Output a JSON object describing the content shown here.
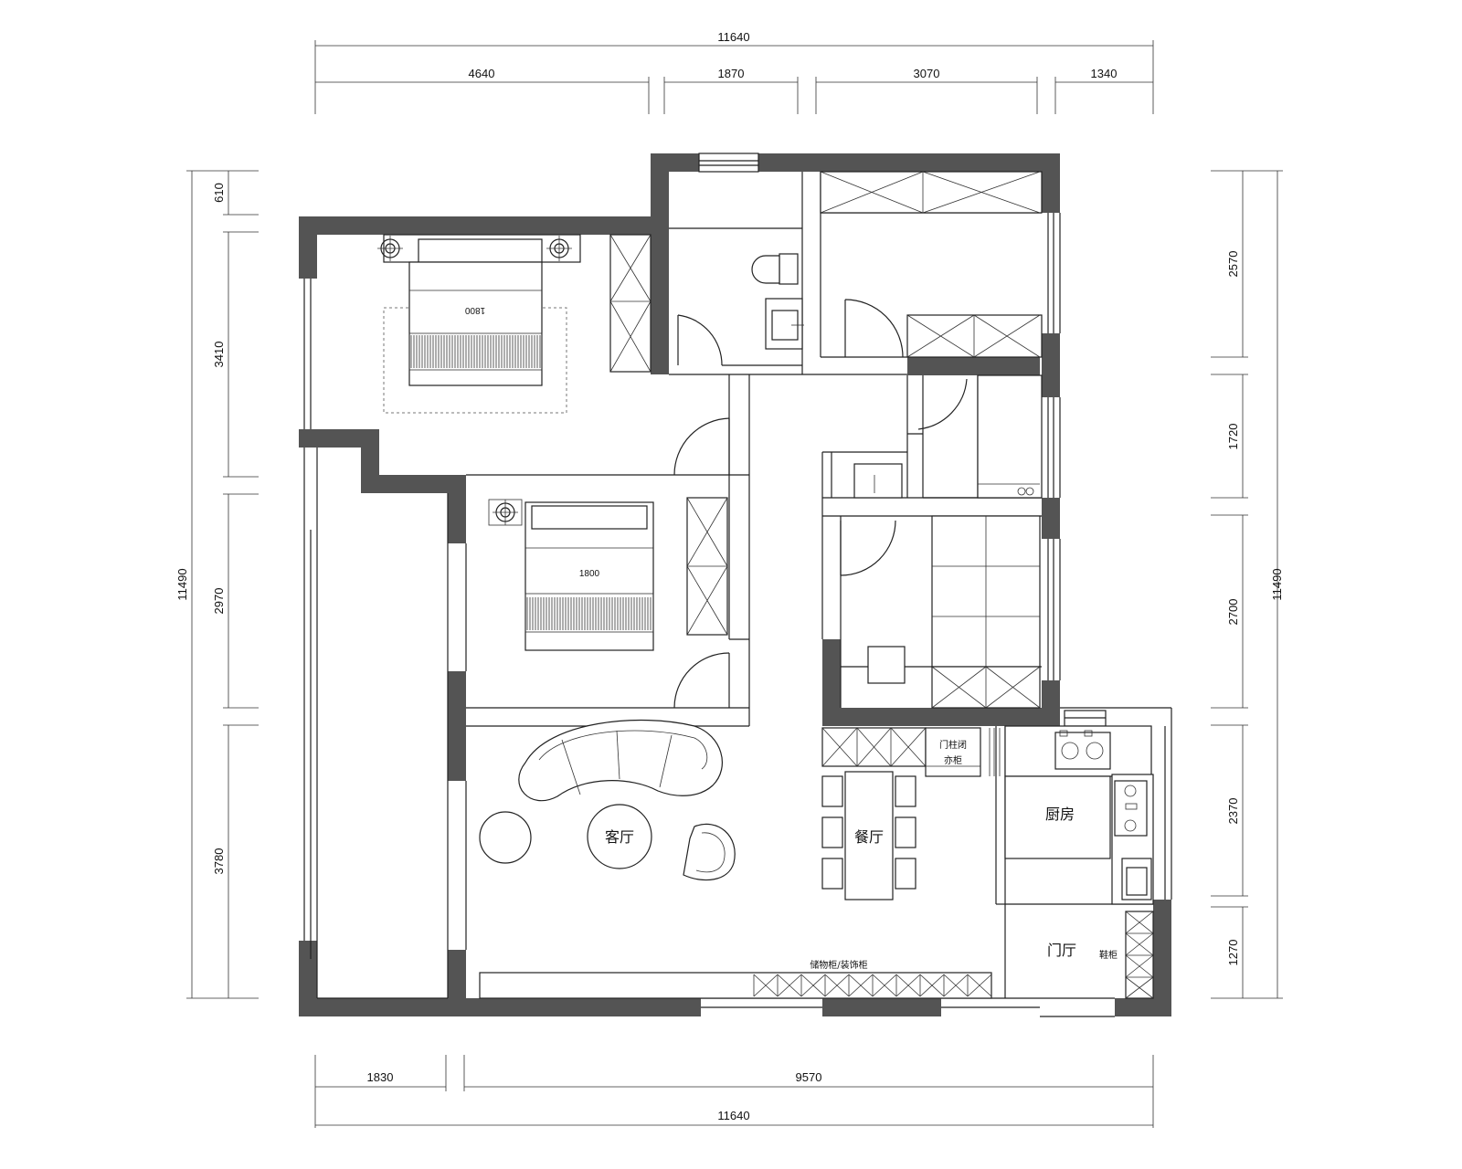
{
  "dimensions": {
    "top_total": "11640",
    "top_segments": [
      "4640",
      "1870",
      "3070",
      "1340"
    ],
    "bottom_segments": [
      "1830",
      "9570"
    ],
    "bottom_total": "11640",
    "left_total": "11490",
    "left_segments": [
      "610",
      "3410",
      "2970",
      "3780"
    ],
    "right_total": "11490",
    "right_segments": [
      "2570",
      "1720",
      "2700",
      "2370",
      "1270"
    ]
  },
  "rooms": {
    "living": "客厅",
    "dining": "餐厅",
    "kitchen": "厨房",
    "entry": "门厅"
  },
  "labels": {
    "bed_master": "1800",
    "bed_second": "1800",
    "cabinet_top": "门柱闭",
    "cabinet_bottom": "亦柜",
    "storage_wall": "储物柜/装饰柜",
    "shoe_cabinet": "鞋柜"
  }
}
